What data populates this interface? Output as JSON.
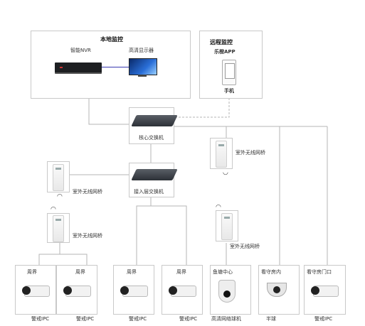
{
  "local_monitor": {
    "title": "本地监控",
    "nvr_label": "智能NVR",
    "display_label": "高清显示器"
  },
  "remote_monitor": {
    "title": "远程监控",
    "app_label": "乐橙APP",
    "phone_label": "手机"
  },
  "core_switch": {
    "label": "核心交换机"
  },
  "access_switch": {
    "label": "接入层交换机"
  },
  "bridges": [
    {
      "label": "室外无线网桥"
    },
    {
      "label": "室外无线网桥"
    },
    {
      "label": "室外无线网桥"
    },
    {
      "label": "室外无线网桥"
    }
  ],
  "cameras": [
    {
      "location": "周界",
      "device": "警戒IPC"
    },
    {
      "location": "周界",
      "device": "警戒IPC"
    },
    {
      "location": "周界",
      "device": "警戒IPC"
    },
    {
      "location": "周界",
      "device": "警戒IPC"
    },
    {
      "location": "鱼塘中心",
      "device": "高清网络球机"
    },
    {
      "location": "看守房内",
      "device": "半球"
    },
    {
      "location": "看守房门口",
      "device": "警戒IPC"
    }
  ],
  "icons": {
    "wifi": "wifi-signal-icon",
    "nvr": "nvr-icon",
    "monitor": "monitor-icon",
    "phone": "phone-icon"
  }
}
